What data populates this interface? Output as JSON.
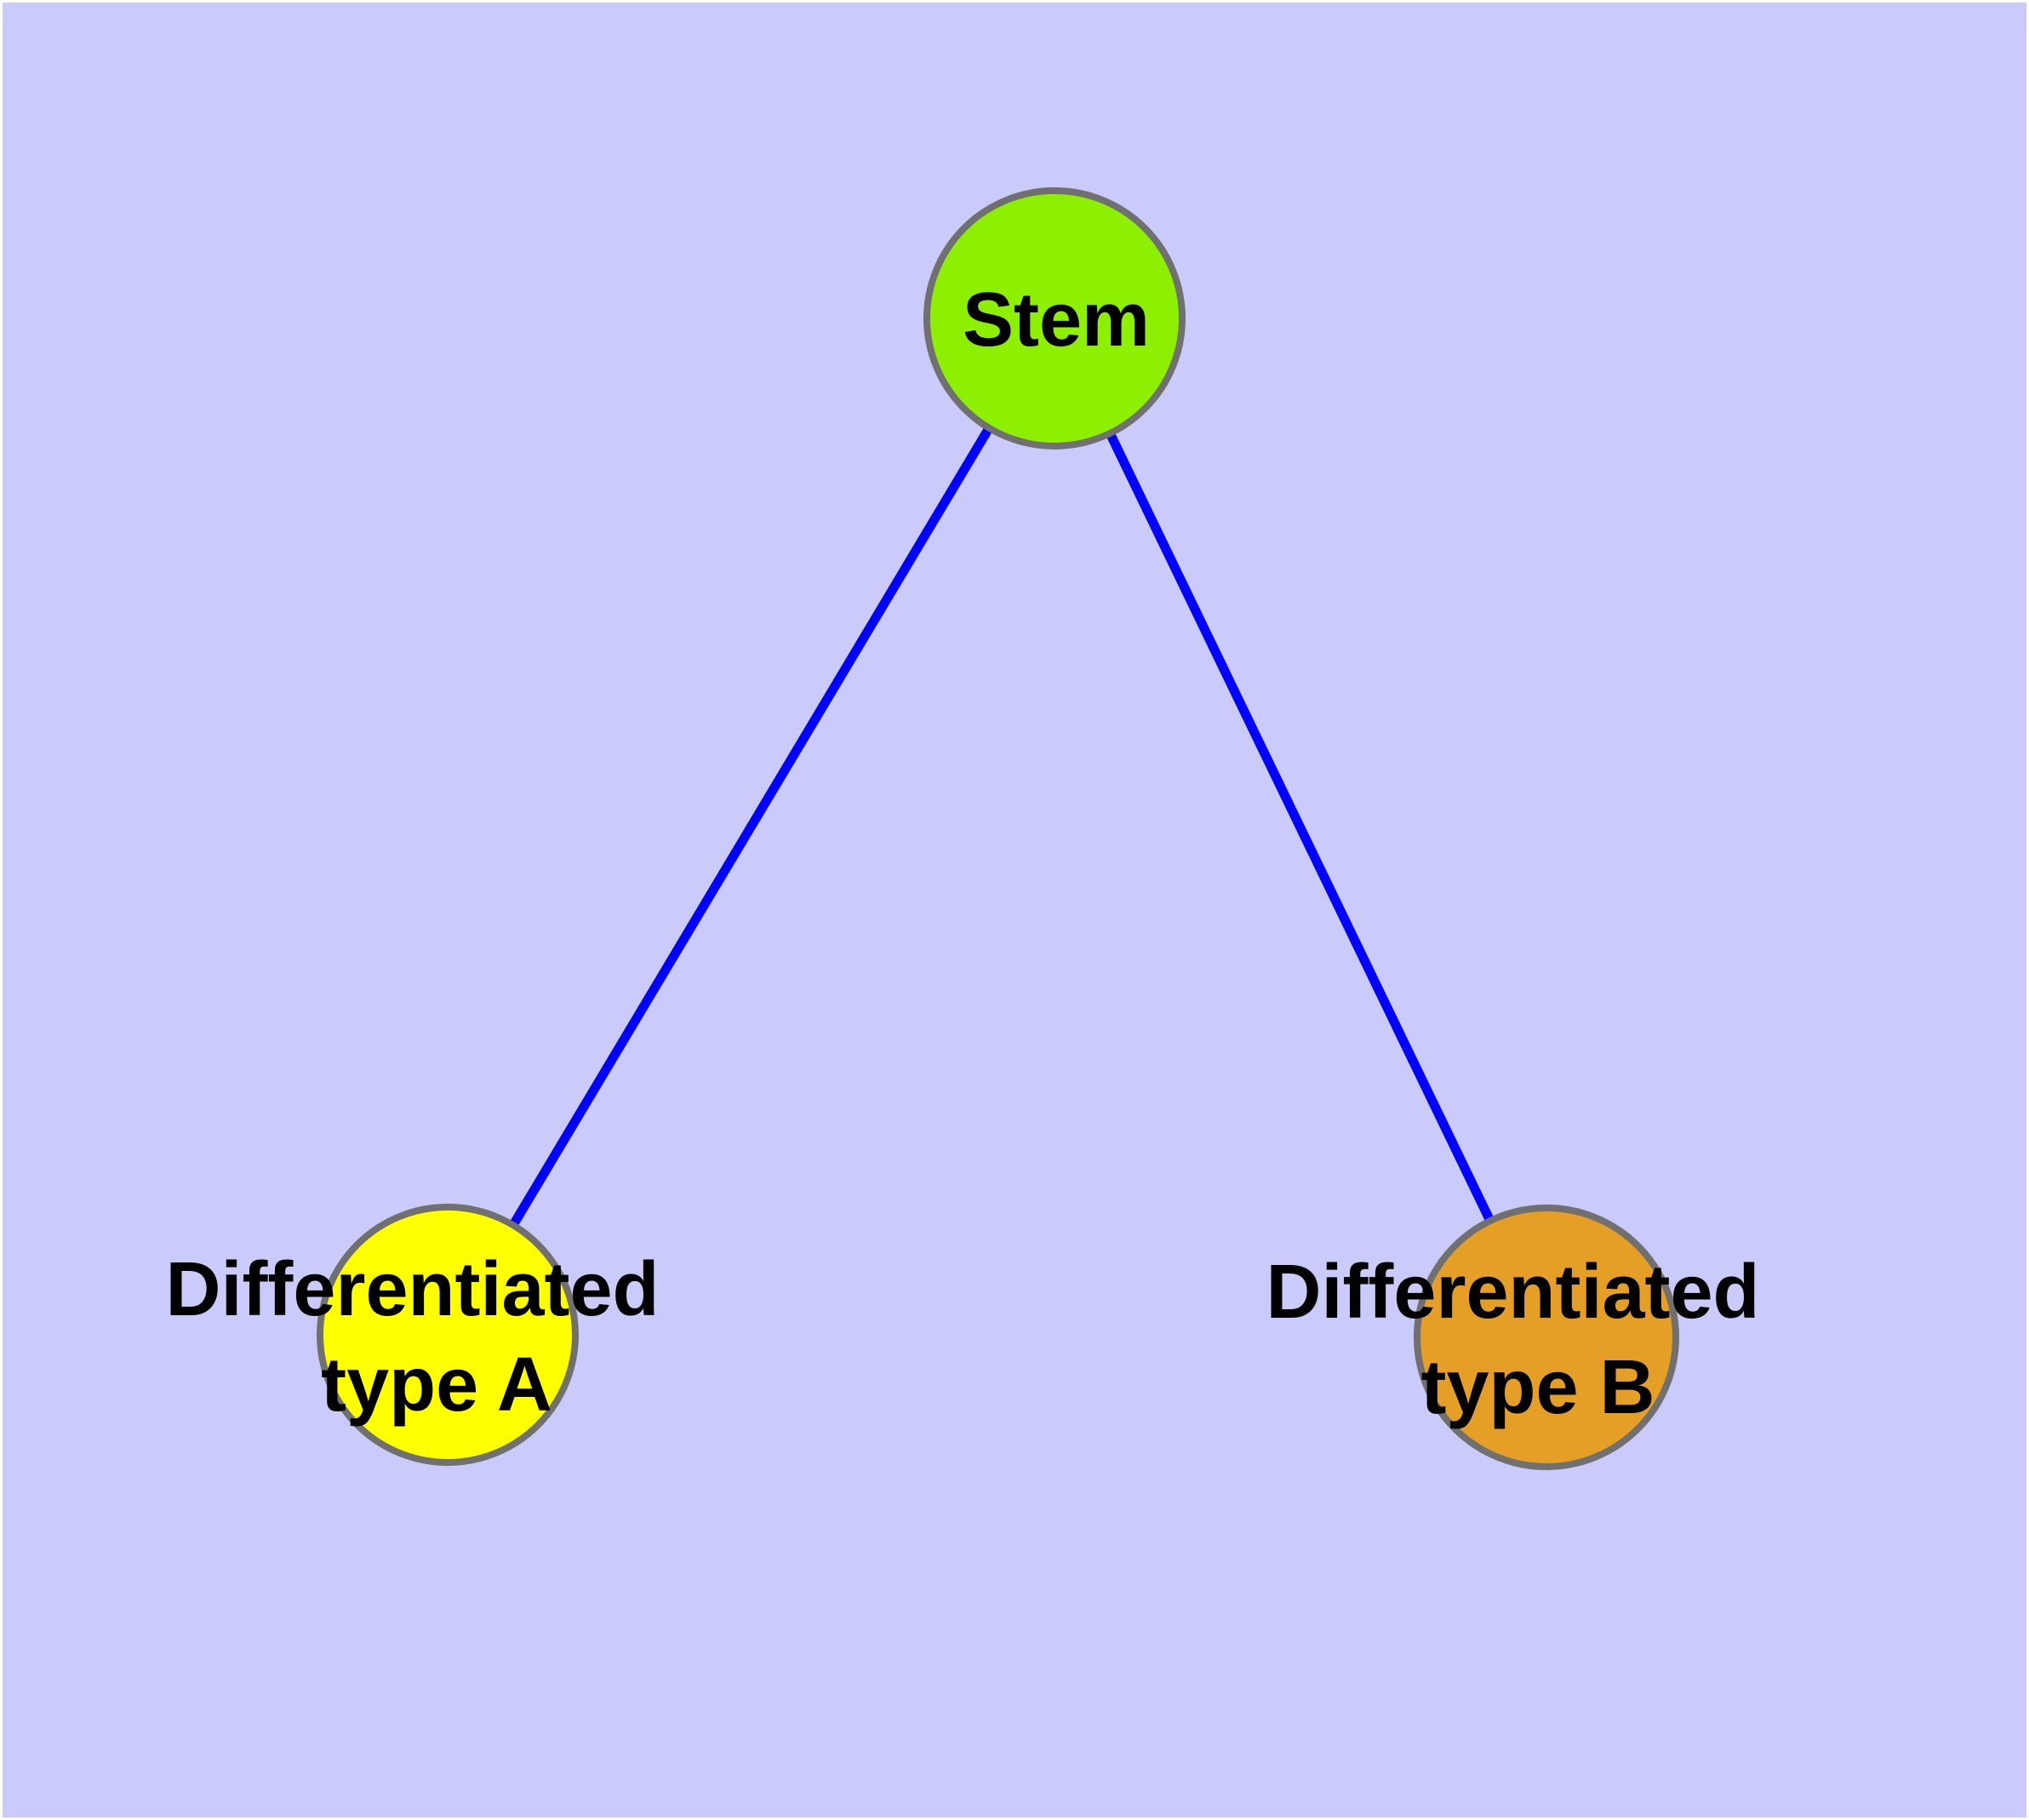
{
  "figure": {
    "background_color": "#cacafb",
    "margin_color": "#ffffff"
  },
  "graph": {
    "type": "node-link-diagram",
    "edge_color": "#0000ff",
    "node_border_color": "#707070",
    "label_color": "#000000",
    "nodes": {
      "stem": {
        "label": "Stem",
        "fill": "#8df000"
      },
      "typeA": {
        "label": "Differentiated type A",
        "label_line1": "Differentiated",
        "label_line2": "type A",
        "fill": "#ffff00"
      },
      "typeB": {
        "label": "Differentiated type B",
        "label_line1": "Differentiated",
        "label_line2": "type B",
        "fill": "#e59e26"
      }
    },
    "edges": [
      {
        "from": "Stem",
        "to": "Differentiated type A"
      },
      {
        "from": "Stem",
        "to": "Differentiated type B"
      }
    ]
  }
}
